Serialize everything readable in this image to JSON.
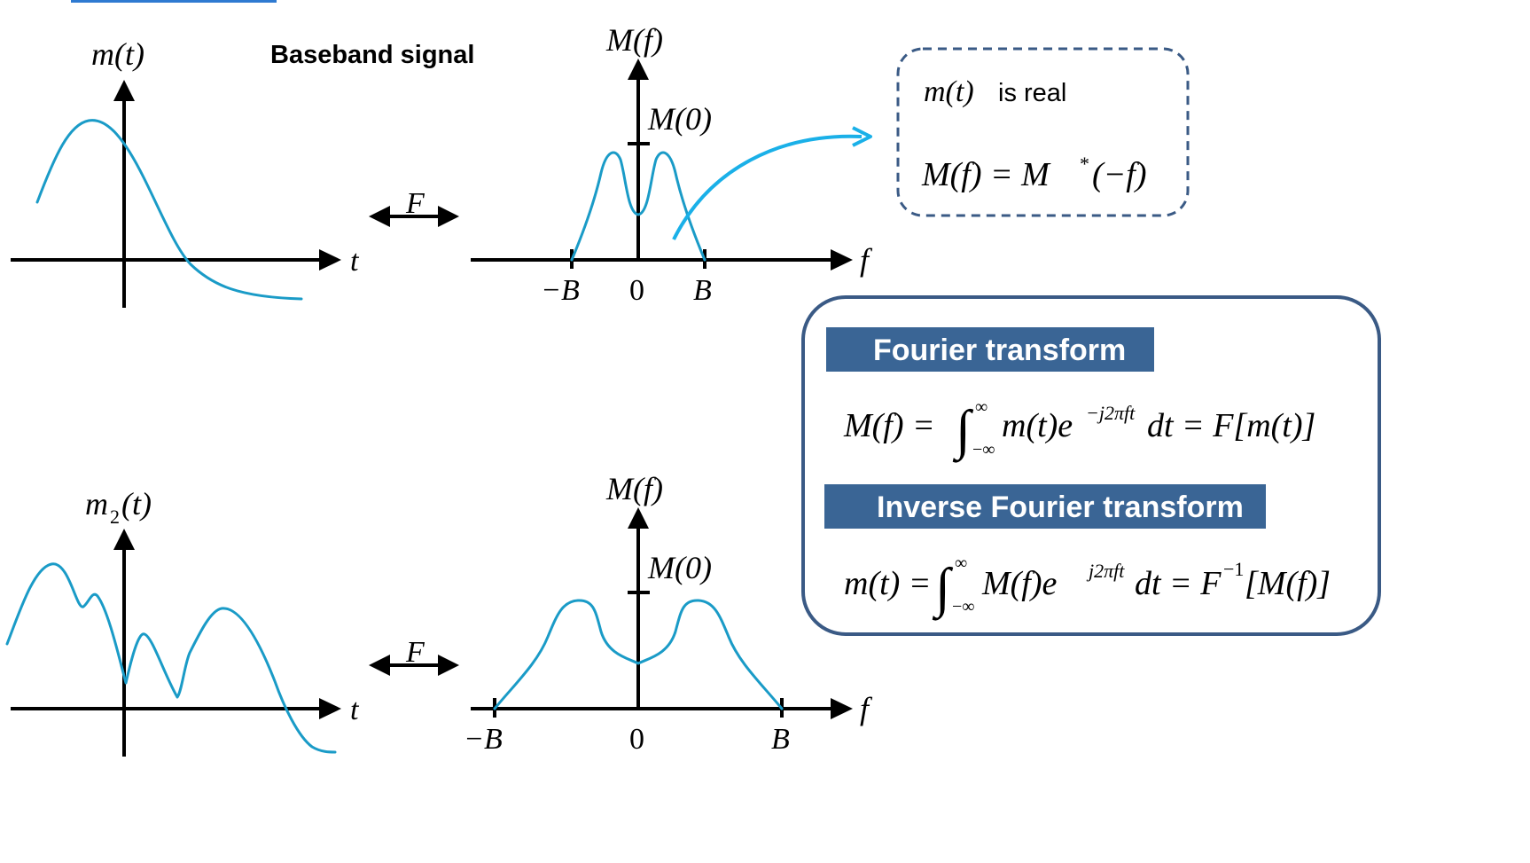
{
  "top": {
    "time_label": "m(t)",
    "section_title": "Baseband signal",
    "t_axis": "t",
    "transform_symbol": "F",
    "spec_label": "M(f)",
    "m0_label": "M(0)",
    "f_axis": "f",
    "tick_neg_b": "−B",
    "tick_zero": "0",
    "tick_b": "B"
  },
  "bottom": {
    "time_label_base": "m",
    "time_label_sub": "2",
    "time_label_arg": "(t)",
    "t_axis": "t",
    "transform_symbol": "F",
    "spec_label": "M(f)",
    "m0_label": "M(0)",
    "f_axis": "f",
    "tick_neg_b": "−B",
    "tick_zero": "0",
    "tick_b": "B"
  },
  "note_box": {
    "m_t": "m(t)",
    "is_real": "is real",
    "symmetry_lhs": "M(f) = M",
    "symmetry_star": "*",
    "symmetry_rhs": "(−f)"
  },
  "formula_box": {
    "ft_header": "Fourier transform",
    "ft_lhs": "M(f) = ",
    "ft_upper": "∞",
    "ft_lower": "−∞",
    "ft_integrand": "m(t)e",
    "ft_exp": "−j2πft",
    "ft_rhs": "dt = F[m(t)]",
    "ift_header": "Inverse Fourier transform",
    "ift_lhs": "m(t) = ",
    "ift_upper": "∞",
    "ift_lower": "−∞",
    "ift_integrand": "M(f)e",
    "ift_exp": "j2πft",
    "ift_rhs_a": "dt = F",
    "ift_rhs_sup": "−1",
    "ift_rhs_b": "[M(f)]",
    "integral_sign": "∫"
  },
  "colors": {
    "curve": "#1a9bc7",
    "arrow": "#1ab0e8",
    "box_border": "#3a5a85",
    "header_fill": "#3a6595"
  }
}
